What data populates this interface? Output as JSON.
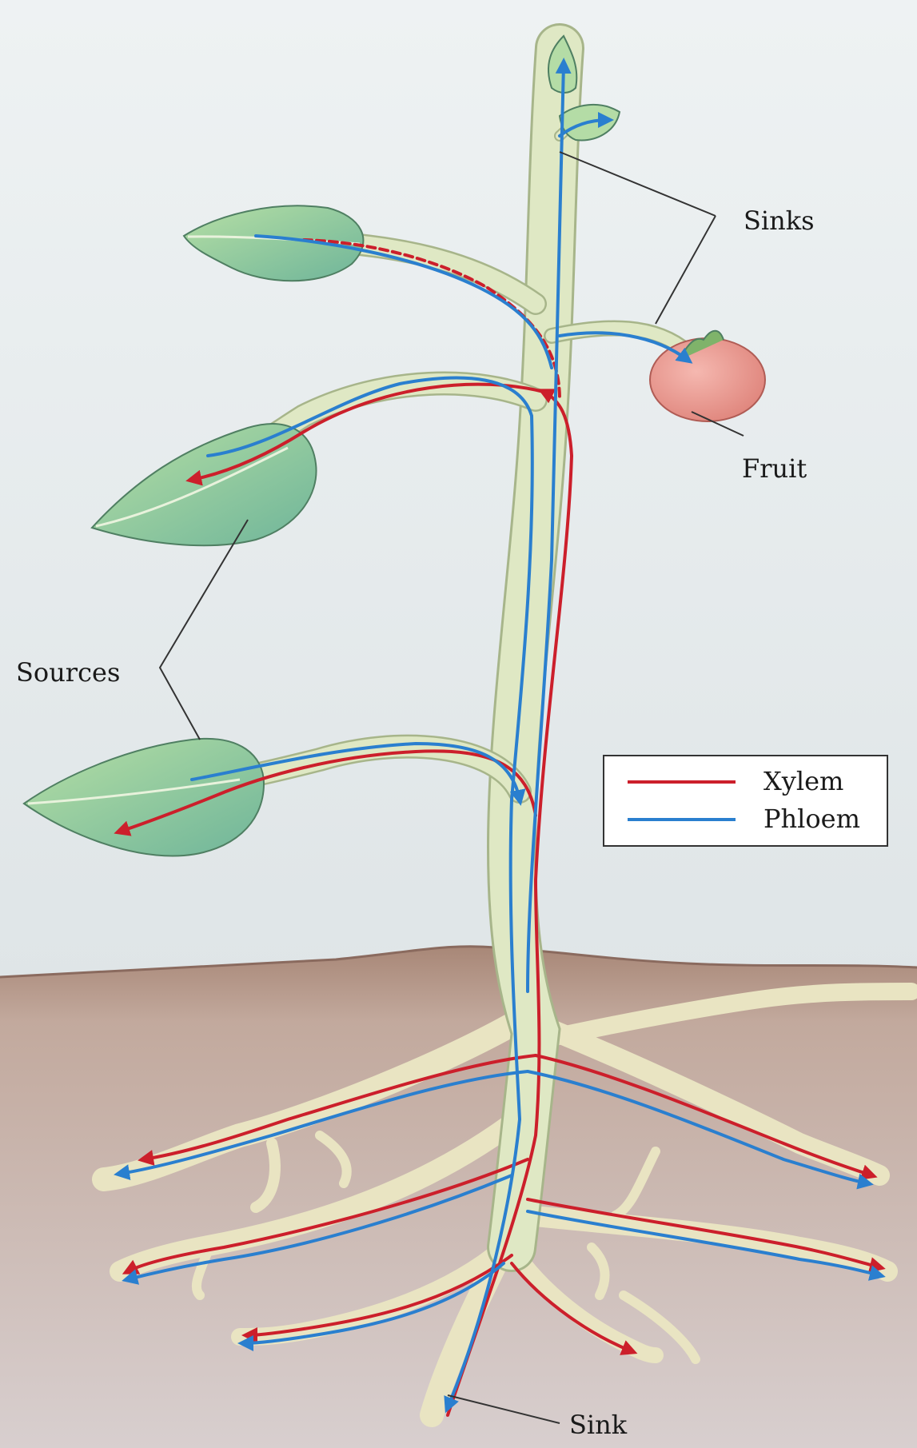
{
  "labels": {
    "sinks": "Sinks",
    "fruit": "Fruit",
    "sources": "Sources",
    "sink": "Sink"
  },
  "legend": {
    "xylem": "Xylem",
    "phloem": "Phloem"
  },
  "colors": {
    "sky": "#e4ecef",
    "soil": "#b89a8a",
    "soil_dark": "#8a6a5e",
    "plant": "#dfe8c4",
    "plant_edge": "#a7b58a",
    "leaf": "#9fd09a",
    "leaf_dark": "#6aa884",
    "fruit": "#e79a93",
    "xylem": "#cc1f2b",
    "phloem": "#2a7fcf"
  }
}
